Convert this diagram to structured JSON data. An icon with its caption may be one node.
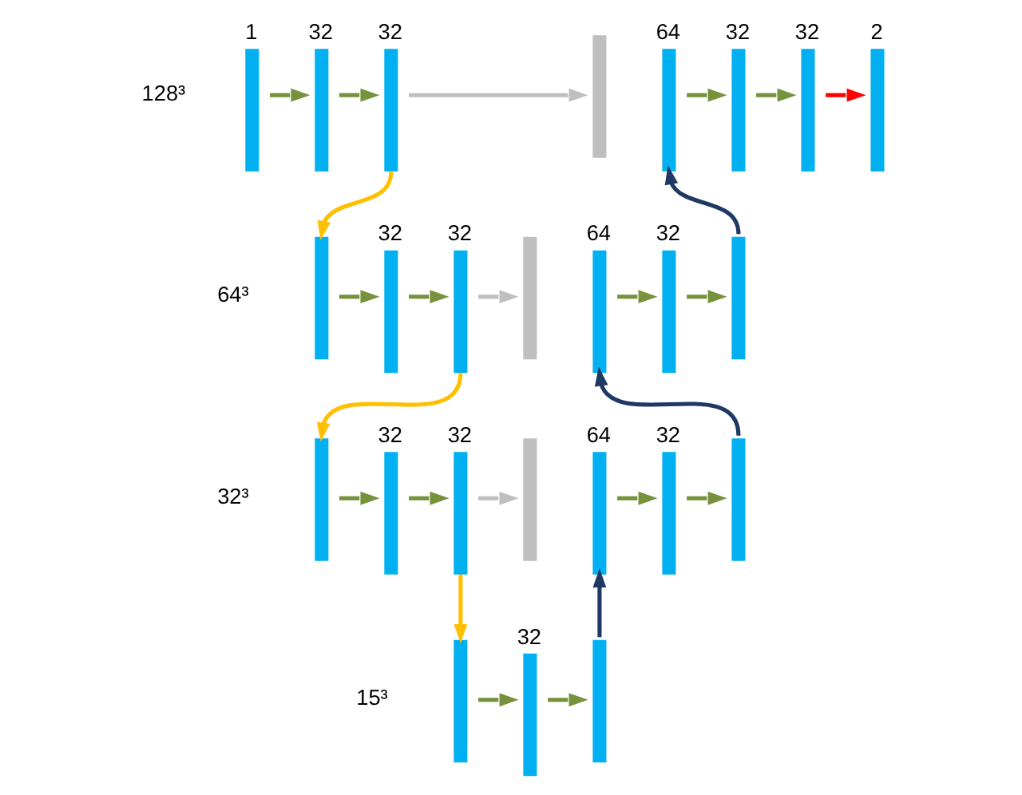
{
  "diagram": {
    "nodes": [
      {
        "text": [
          "1"
        ]
      },
      {
        "text": [
          "32"
        ]
      },
      {
        "text": [
          "32"
        ]
      },
      {
        "text": [],
        "shape": "bar"
      },
      {
        "text": [
          "64"
        ]
      },
      {
        "text": [
          "32"
        ]
      },
      {
        "text": [
          "32"
        ]
      },
      {
        "text": [
          "2"
        ]
      },
      {
        "text": [],
        "shape": "bar"
      },
      {
        "text": [
          "32"
        ]
      },
      {
        "text": [
          "32"
        ]
      },
      {
        "text": [],
        "shape": "bar"
      },
      {
        "text": [
          "64"
        ]
      },
      {
        "text": [
          "32"
        ]
      },
      {
        "text": [],
        "shape": "bar"
      },
      {
        "text": [],
        "shape": "bar"
      },
      {
        "text": [
          "32"
        ]
      },
      {
        "text": [
          "32"
        ]
      },
      {
        "text": [],
        "shape": "bar"
      },
      {
        "text": [
          "64"
        ]
      },
      {
        "text": [
          "32"
        ]
      },
      {
        "text": [],
        "shape": "bar"
      },
      {
        "text": [],
        "shape": "bar"
      },
      {
        "text": [
          "32"
        ]
      },
      {
        "text": [],
        "shape": "bar"
      }
    ],
    "edges": [
      {
        "from": 0,
        "to": 1,
        "arrow": "to"
      },
      {
        "from": 1,
        "to": 2,
        "arrow": "to"
      },
      {
        "from": 2,
        "to": 3,
        "arrow": "to",
        "color": "#bfbfbf"
      },
      {
        "from": 4,
        "to": 5,
        "arrow": "to"
      },
      {
        "from": 5,
        "to": 6,
        "arrow": "to"
      },
      {
        "from": 6,
        "to": 7,
        "arrow": "to",
        "color": "#ff0000"
      },
      {
        "from": 2,
        "to": 8,
        "arrow": "to",
        "color": "#ffc000"
      },
      {
        "from": 8,
        "to": 9,
        "arrow": "to"
      },
      {
        "from": 9,
        "to": 10,
        "arrow": "to"
      },
      {
        "from": 10,
        "to": 11,
        "arrow": "to",
        "color": "#bfbfbf"
      },
      {
        "from": 12,
        "to": 13,
        "arrow": "to"
      },
      {
        "from": 13,
        "to": 14,
        "arrow": "to"
      },
      {
        "from": 14,
        "to": 4,
        "arrow": "to",
        "color": "#1f3864"
      },
      {
        "from": 10,
        "to": 15,
        "arrow": "to",
        "color": "#ffc000"
      },
      {
        "from": 15,
        "to": 16,
        "arrow": "to"
      },
      {
        "from": 16,
        "to": 17,
        "arrow": "to"
      },
      {
        "from": 17,
        "to": 18,
        "arrow": "to",
        "color": "#bfbfbf"
      },
      {
        "from": 19,
        "to": 20,
        "arrow": "to"
      },
      {
        "from": 20,
        "to": 21,
        "arrow": "to"
      },
      {
        "from": 21,
        "to": 12,
        "arrow": "to",
        "color": "#1f3864"
      },
      {
        "from": 17,
        "to": 22,
        "arrow": "to",
        "color": "#ffc000"
      },
      {
        "from": 22,
        "to": 23,
        "arrow": "to"
      },
      {
        "from": 23,
        "to": 24,
        "arrow": "to"
      },
      {
        "from": 24,
        "to": 19,
        "arrow": "to",
        "color": "#1f3864"
      }
    ],
    "labels": [
      "128³",
      "64³",
      "32³",
      "15³"
    ]
  }
}
